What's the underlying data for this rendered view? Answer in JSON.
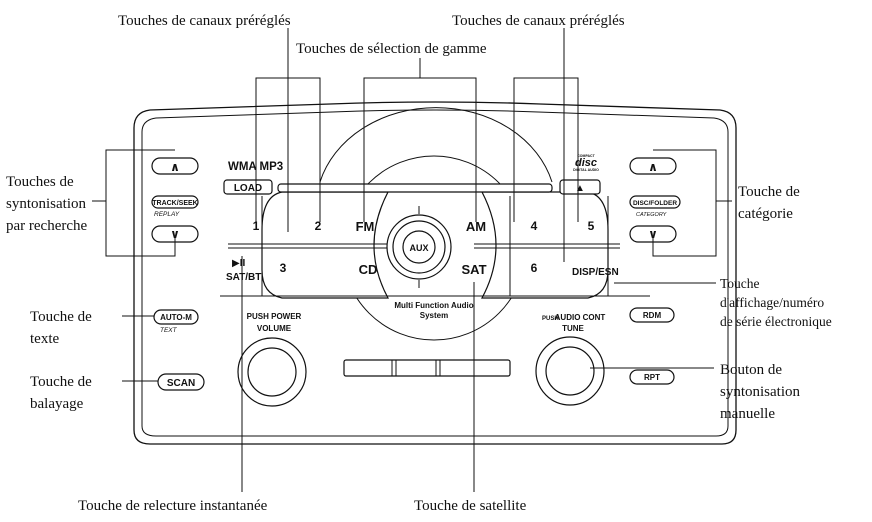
{
  "callouts": {
    "preset_left": "Touches de canaux préréglés",
    "preset_right": "Touches de canaux préréglés",
    "band_select": "Touches de sélection de gamme",
    "seek": [
      "Touches de",
      "syntonisation",
      "par recherche"
    ],
    "category": [
      "Touche de",
      "catégorie"
    ],
    "text": [
      "Touche de",
      "texte"
    ],
    "display_esn": [
      "Touche",
      "d'affichage/numéro",
      "de série électronique"
    ],
    "scan": [
      "Touche de",
      "balayage"
    ],
    "tuning_knob": [
      "Bouton de",
      "syntonisation",
      "manuelle"
    ],
    "replay": "Touche de relecture instantanée",
    "satellite": "Touche de satellite"
  },
  "unit": {
    "format_badge": "WMA MP3",
    "load": "LOAD",
    "eject": "▲",
    "track_seek": "TRACK/SEEK",
    "replay": "REPLAY",
    "disc_folder": "DISC/FOLDER",
    "category": "CATEGORY",
    "up_arrow": "∧",
    "down_arrow": "∨",
    "preset_1": "1",
    "preset_2": "2",
    "preset_3": "3",
    "preset_4": "4",
    "preset_5": "5",
    "preset_6": "6",
    "fm": "FM",
    "am": "AM",
    "cd": "CD",
    "sat": "SAT",
    "aux": "AUX",
    "play_pause": "▶II",
    "sat_bt": "SAT/BT",
    "disp_esn": "DISP/ESN",
    "auto_m": "AUTO-M",
    "text": "TEXT",
    "scan": "SCAN",
    "rdm": "RDM",
    "rpt": "RPT",
    "mfa_line1": "Multi Function Audio",
    "mfa_line2": "System",
    "push_power": "PUSH POWER",
    "volume": "VOLUME",
    "push": "PUSH",
    "audio_cont": "AUDIO CONT",
    "tune": "TUNE",
    "disc_logo_1": "COMPACT",
    "disc_logo_2": "disc",
    "disc_logo_3": "DIGITAL AUDIO"
  }
}
